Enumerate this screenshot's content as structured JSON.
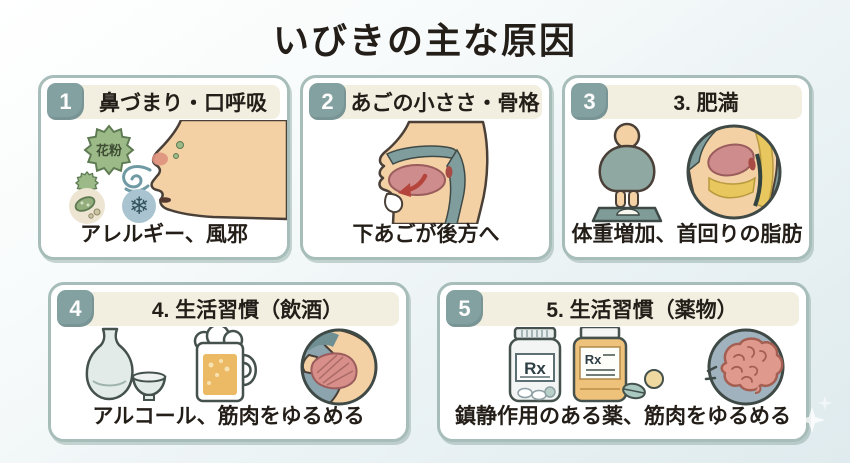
{
  "title": "いびきの主な原因",
  "colors": {
    "background_top": "#ffffff",
    "background_bottom": "#dfebee",
    "card_border": "#a7bdb9",
    "header_bar": "#f2eee0",
    "number_badge": "#84a1a1",
    "text": "#241e19",
    "skin": "#f3d1a5",
    "organ_teal": "#7f9d9d",
    "tongue_pink": "#cf8c8c",
    "fat_yellow": "#e9c75f",
    "beer_amber": "#ecb964",
    "pollen_green": "#9cba88"
  },
  "cards": [
    {
      "number": "1",
      "title": "鼻づまり・口呼吸",
      "caption": "アレルギー、風邪",
      "pollen_label": "花粉",
      "snowflake_glyph": "❄"
    },
    {
      "number": "2",
      "title": "あごの小ささ・骨格",
      "caption": "下あごが後方へ"
    },
    {
      "number": "3",
      "title": "3. 肥満",
      "caption": "体重増加、首回りの脂肪"
    },
    {
      "number": "4",
      "title": "4. 生活習慣（飲酒）",
      "caption": "アルコール、筋肉をゆるめる"
    },
    {
      "number": "5",
      "title": "5. 生活習慣（薬物）",
      "caption": "鎮静作用のある薬、筋肉をゆるめる",
      "rx_label_1": "Rx",
      "rx_label_2": "Rx"
    }
  ]
}
